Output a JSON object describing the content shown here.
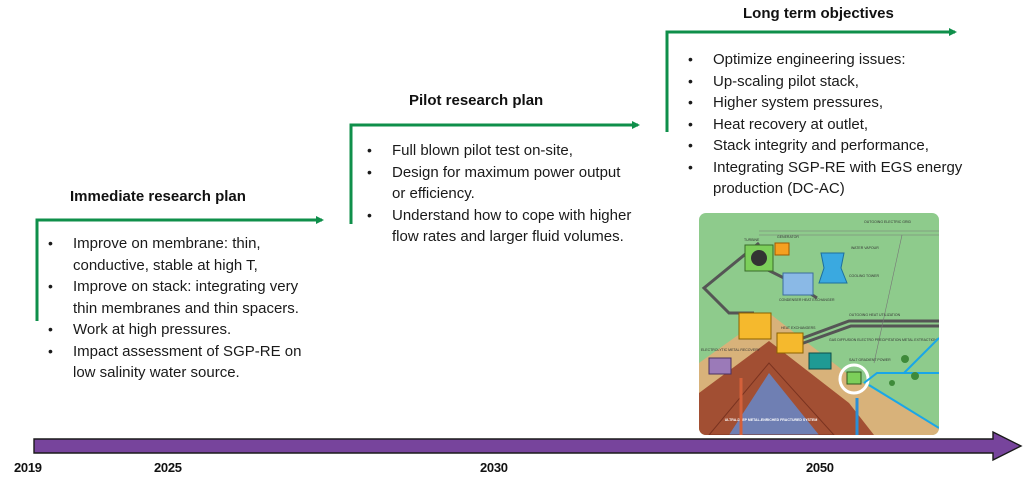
{
  "phases": [
    {
      "title": "Immediate research plan",
      "items": [
        "Improve on membrane: thin, conductive, stable at high T,",
        "Improve on stack: integrating very thin membranes and thin spacers.",
        "Work at high pressures.",
        "Impact assessment of SGP-RE on low salinity water source."
      ]
    },
    {
      "title": "Pilot research plan",
      "items": [
        "Full blown pilot test on-site,",
        "Design for maximum power output or efficiency.",
        "Understand how to cope with higher flow rates and larger fluid volumes."
      ]
    },
    {
      "title": "Long term objectives",
      "items": [
        "Optimize engineering issues:",
        "Up-scaling pilot stack,",
        "Higher system pressures,",
        "Heat recovery at outlet,",
        "Stack integrity and performance,",
        "Integrating SGP-RE with EGS energy production (DC-AC)"
      ]
    }
  ],
  "timeline": {
    "years": [
      "2019",
      "2025",
      "2030",
      "2050"
    ]
  },
  "illustration": {
    "labels": {
      "turbine": "TURBINE",
      "generator": "GENERATOR",
      "water_vapour": "WATER VAPOUR",
      "cooling_tower": "COOLING TOWER",
      "condenser": "CONDENSER HEAT EXCHANGER",
      "heat_exchangers": "HEAT EXCHANGERS",
      "electrolytic": "ELECTROLYTIC METAL RECOVERY",
      "gas_diffusion": "GAS DIFFUSION ELECTRO PRECIPITATION METAL EXTRACTION",
      "salt_gradient": "SALT GRADIENT POWER",
      "outgoing_grid": "OUTGOING ELECTRIC GRID",
      "outgoing_heat": "OUTGOING HEAT UTILIZATION",
      "reservoir": "ULTRA-DEEP METAL-ENRICHED FRACTURED SYSTEM"
    }
  },
  "colors": {
    "phase_arrow": "#0f8f4a",
    "timeline_fill": "#77449c",
    "timeline_stroke": "#1a1a1a",
    "illustration_bg": "#8ecb8c"
  }
}
